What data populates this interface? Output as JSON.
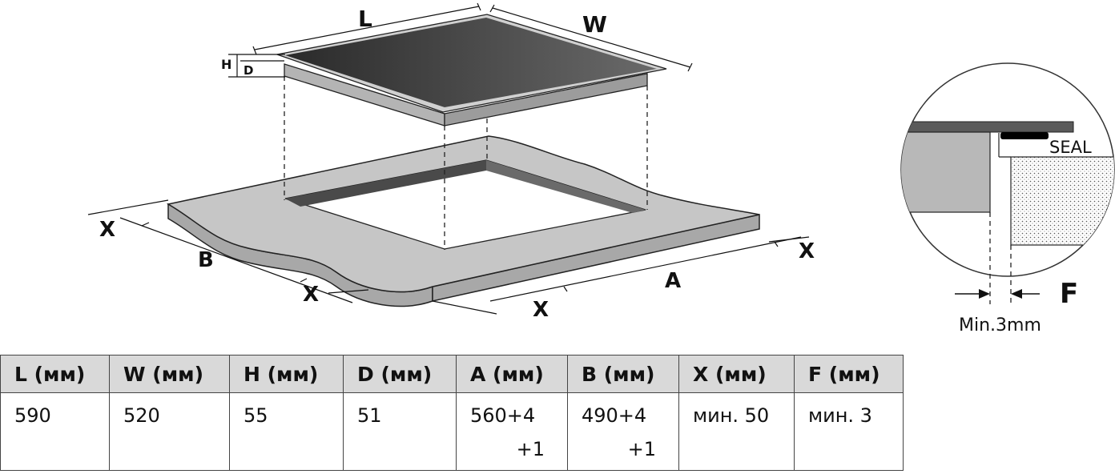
{
  "diagram": {
    "labels": {
      "L": "L",
      "W": "W",
      "H": "H",
      "D": "D",
      "A": "A",
      "B": "B",
      "X1": "X",
      "X2": "X",
      "X3": "X",
      "X4": "X",
      "F": "F",
      "seal": "SEAL",
      "min": "Min.3mm"
    },
    "colors": {
      "glass_dark": "#2a2a2a",
      "glass_light": "#6a6a6a",
      "body_gray": "#b4b4b4",
      "counter_gray": "#c6c6c6",
      "counter_side": "#a8a8a8",
      "cutout_dark": "#4a4a4a",
      "seal": "#000000"
    }
  },
  "table": {
    "headers": [
      "L (мм)",
      "W (мм)",
      "H (мм)",
      "D (мм)",
      "A (мм)",
      "B (мм)",
      "X (мм)",
      "F (мм)"
    ],
    "rows": [
      [
        {
          "line1": "590",
          "line2": ""
        },
        {
          "line1": "520",
          "line2": ""
        },
        {
          "line1": "55",
          "line2": ""
        },
        {
          "line1": "51",
          "line2": ""
        },
        {
          "line1": "560+4",
          "line2": "+1"
        },
        {
          "line1": "490+4",
          "line2": "+1"
        },
        {
          "line1": "мин. 50",
          "line2": ""
        },
        {
          "line1": "мин. 3",
          "line2": ""
        }
      ]
    ]
  }
}
